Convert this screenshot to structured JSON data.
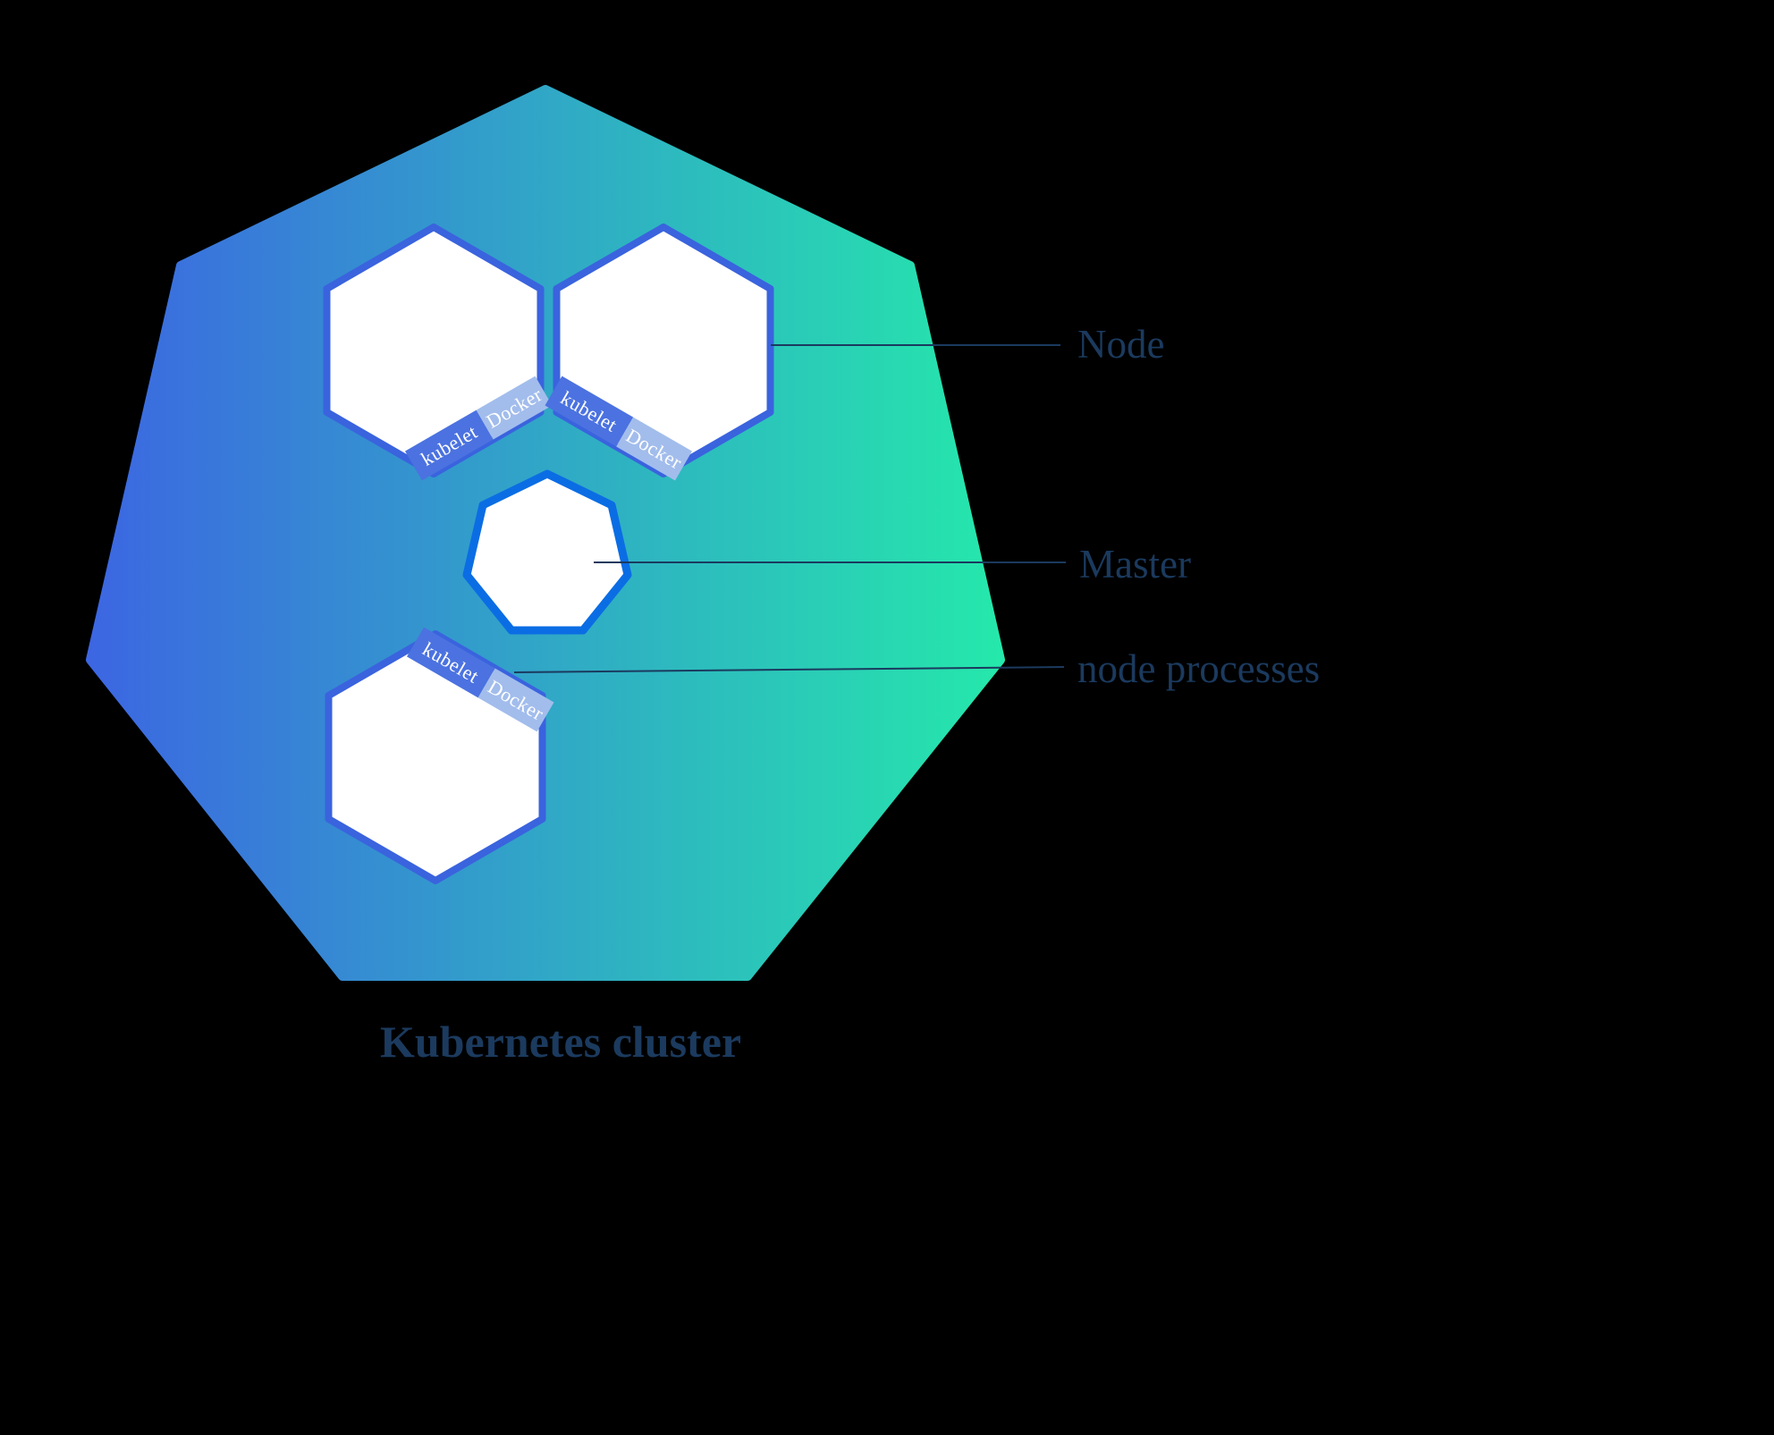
{
  "diagram_title": "Kubernetes cluster",
  "colors": {
    "background": "#000000",
    "cluster_gradient_left": "#3c66e2",
    "cluster_gradient_right": "#25e8ab",
    "hex_fill": "#ffffff",
    "hex_border": "#3a63de",
    "master_fill": "#ffffff",
    "master_border": "#0b6de4",
    "kubelet_bg": "#4b72e0",
    "docker_bg": "#a2bdec",
    "band_text": "#ffffff",
    "label_text": "#1b3a5e",
    "line": "#1b3a5e"
  },
  "callouts": {
    "node": "Node",
    "master": "Master",
    "node_processes": "node processes"
  },
  "cluster_label": "Kubernetes cluster",
  "nodes": [
    {
      "kubelet": "kubelet",
      "docker": "Docker"
    },
    {
      "kubelet": "kubelet",
      "docker": "Docker"
    },
    {
      "kubelet": "kubelet",
      "docker": "Docker"
    }
  ]
}
